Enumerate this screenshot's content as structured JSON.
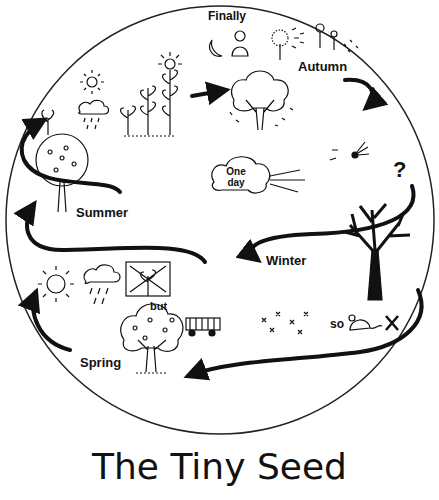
{
  "diagram": {
    "title": "The Tiny Seed",
    "labels": [
      "Finally",
      "Autumn",
      "One day",
      "?",
      "Winter",
      "so",
      "but",
      "Summer",
      "Spring"
    ]
  }
}
